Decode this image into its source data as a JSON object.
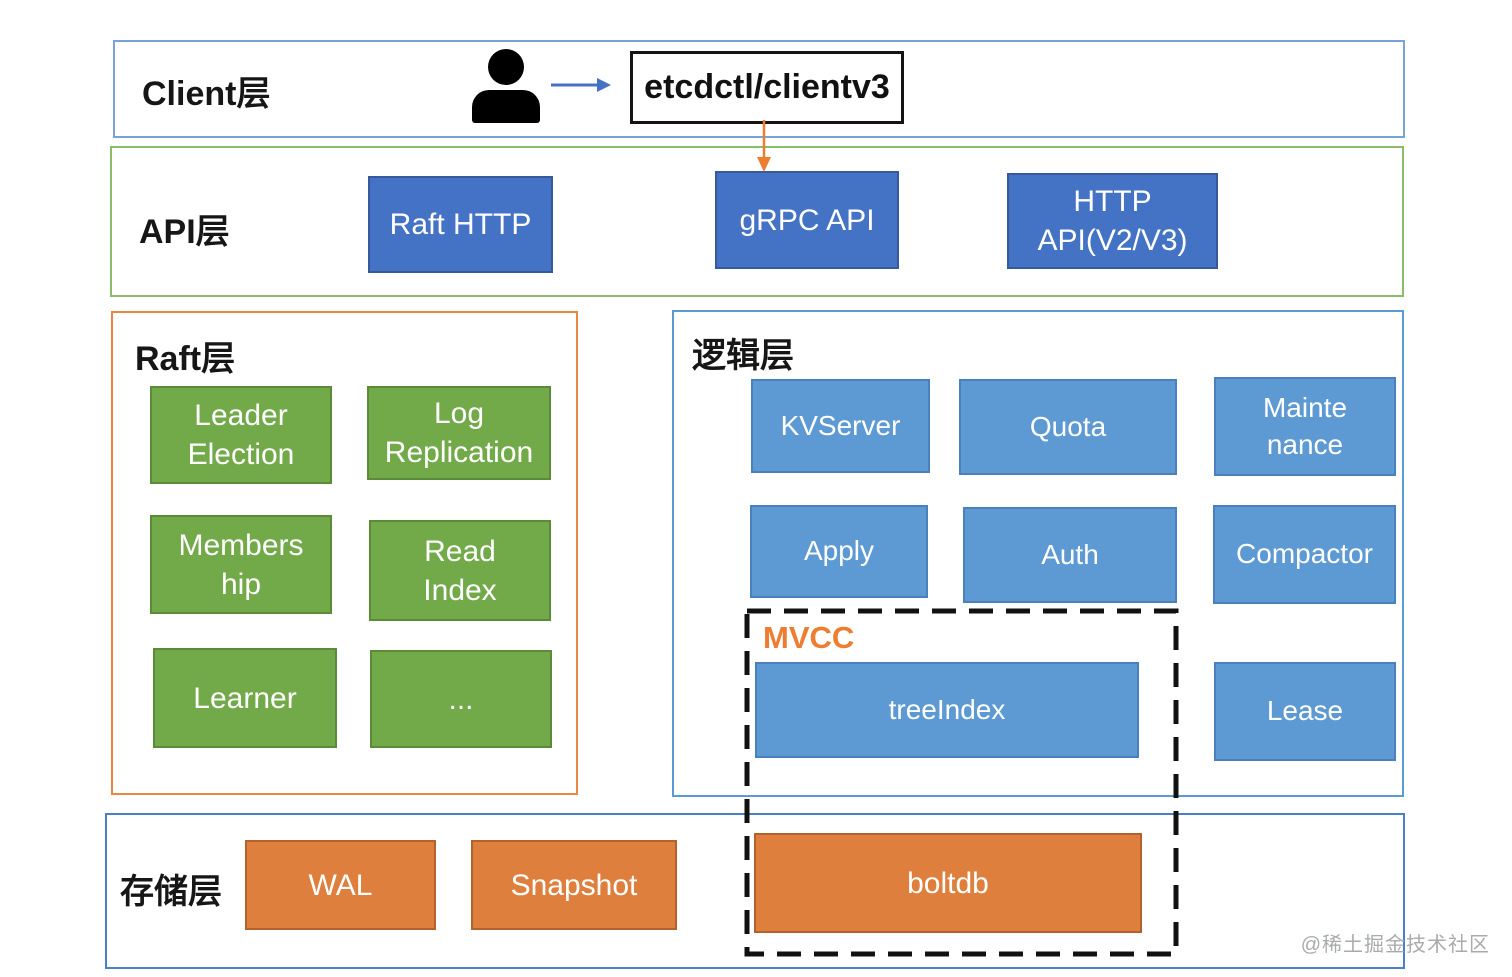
{
  "client_layer": {
    "label": "Client层",
    "client_box_label": "etcdctl/clientv3"
  },
  "api_layer": {
    "label": "API层",
    "raft_http": "Raft HTTP",
    "grpc_api": "gRPC API",
    "http_api": [
      "HTTP",
      "API(V2/V3)"
    ]
  },
  "raft_layer": {
    "label": "Raft层",
    "leader_election": [
      "Leader",
      "Election"
    ],
    "log_replication": [
      "Log",
      "Replication"
    ],
    "membership": [
      "Members",
      "hip"
    ],
    "read_index": [
      "Read",
      "Index"
    ],
    "learner": "Learner",
    "more": "..."
  },
  "logic_layer": {
    "label": "逻辑层",
    "kvserver": "KVServer",
    "quota": "Quota",
    "maintenance": [
      "Mainte",
      "nance"
    ],
    "apply": "Apply",
    "auth": "Auth",
    "compactor": "Compactor",
    "mvcc_label": "MVCC",
    "treeindex": "treeIndex",
    "lease": "Lease"
  },
  "storage_layer": {
    "label": "存储层",
    "wal": "WAL",
    "snapshot": "Snapshot",
    "boltdb": "boltdb"
  },
  "watermark": "@稀土掘金技术社区",
  "icons": {
    "person": "person-silhouette",
    "client_flow": "arrow-right",
    "grpc_flow": "arrow-down"
  },
  "colors": {
    "dark_blue_box": "#4472c4",
    "light_blue_box": "#5d99d3",
    "green_box": "#72a949",
    "orange_box": "#df7f3d",
    "mvcc_orange": "#ed7d31",
    "client_border": "#78a3da",
    "api_border": "#8abc6a",
    "raft_border": "#ec8743",
    "logic_border": "#5c9ad3",
    "storage_border": "#4c7fc9"
  }
}
